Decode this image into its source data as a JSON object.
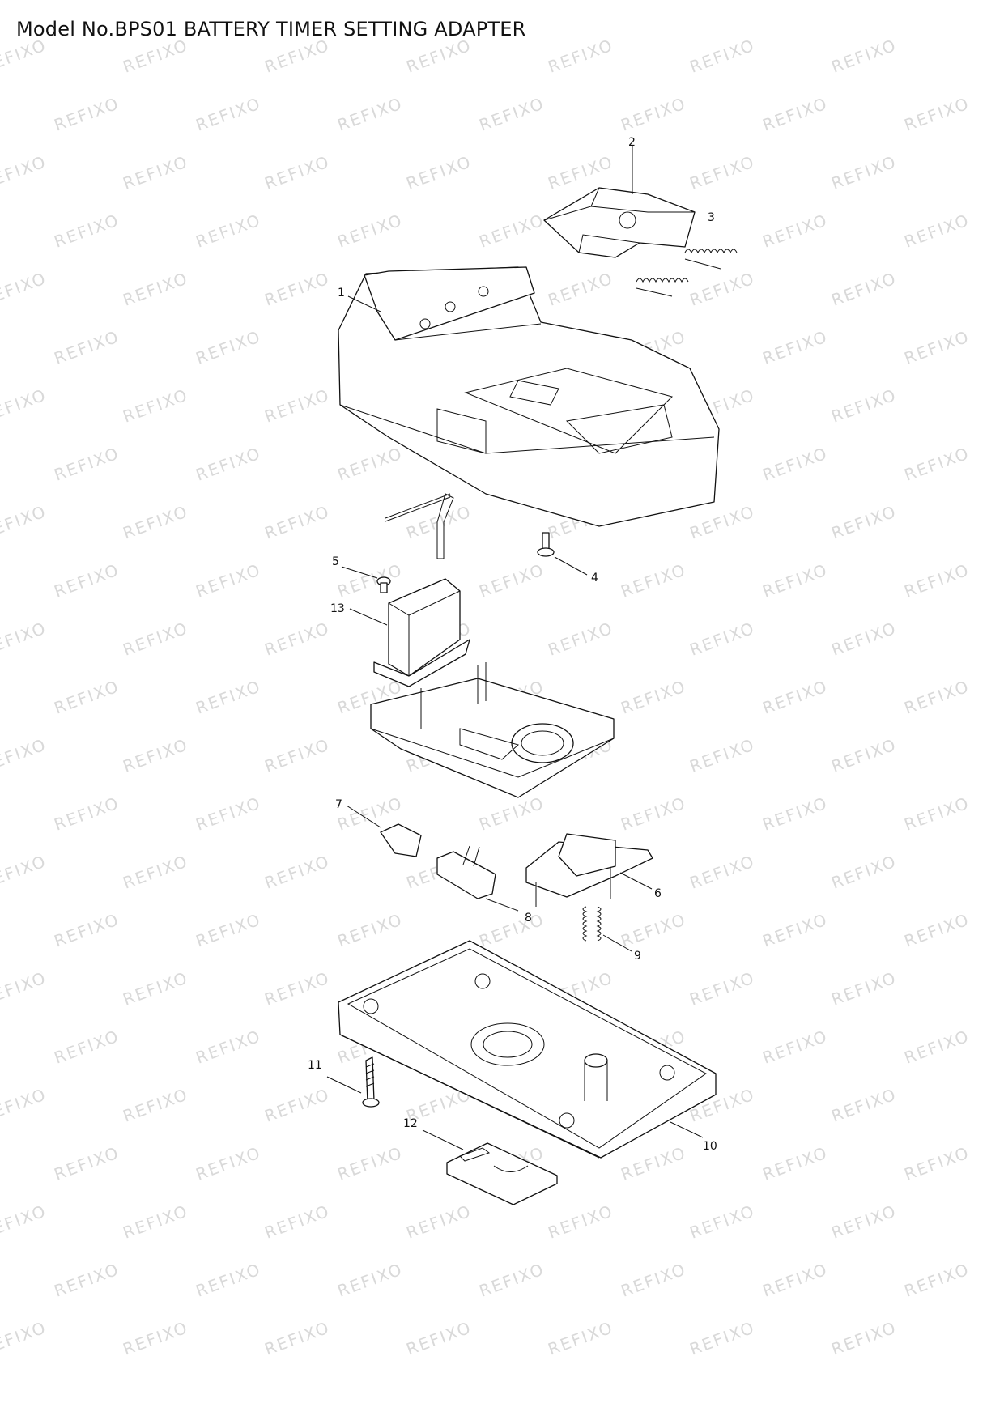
{
  "title": "Model No.BPS01 BATTERY TIMER SETTING ADAPTER",
  "watermark": "REFIXO",
  "callouts": {
    "p1": "1",
    "p2": "2",
    "p3": "3",
    "p4": "4",
    "p5": "5",
    "p6": "6",
    "p7": "7",
    "p8": "8",
    "p9": "9",
    "p10": "10",
    "p11": "11",
    "p12": "12",
    "p13": "13"
  },
  "colors": {
    "line": "#111111",
    "watermark": "#d9d9d9",
    "background": "#ffffff"
  }
}
